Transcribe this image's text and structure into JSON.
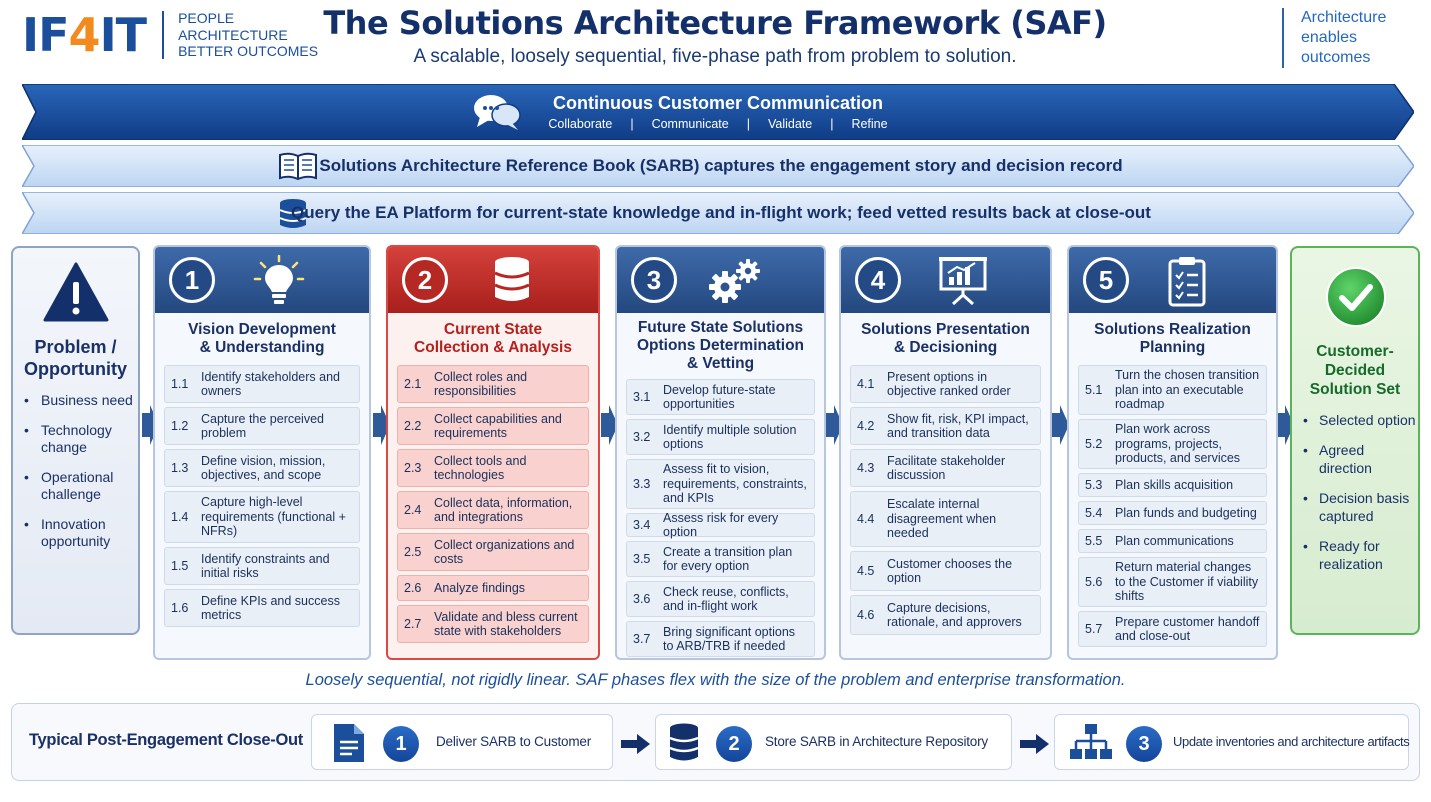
{
  "logo": {
    "text_a": "IF",
    "text_b": "4",
    "text_c": "IT",
    "tagline": [
      "PEOPLE",
      "ARCHITECTURE",
      "BETTER OUTCOMES"
    ]
  },
  "header": {
    "title": "The Solutions Architecture Framework (SAF)",
    "subtitle": "A scalable, loosely sequential, five-phase path from problem to solution.",
    "right_tag": [
      "Architecture",
      "enables",
      "outcomes"
    ]
  },
  "banners": {
    "communication": {
      "title": "Continuous Customer Communication",
      "items": [
        "Collaborate",
        "Communicate",
        "Validate",
        "Refine"
      ],
      "icon": "chat-bubbles-icon"
    },
    "sarb": {
      "text": "Solutions Architecture Reference Book (SARB) captures the engagement story and decision record",
      "icon": "book-icon"
    },
    "ea": {
      "text": "Query the EA Platform for current-state knowledge and in-flight work; feed vetted results back at close-out",
      "icon": "database-icon"
    }
  },
  "problem": {
    "title": [
      "Problem /",
      "Opportunity"
    ],
    "items": [
      "Business need",
      "Technology change",
      "Operational challenge",
      "Innovation opportunity"
    ],
    "icon": "warning-icon"
  },
  "phases": [
    {
      "num": "1",
      "title": [
        "Vision Development",
        "& Understanding"
      ],
      "icon": "lightbulb-icon",
      "items": [
        {
          "n": "1.1",
          "t": "Identify stakeholders and owners"
        },
        {
          "n": "1.2",
          "t": "Capture the perceived problem"
        },
        {
          "n": "1.3",
          "t": "Define vision, mission, objectives, and scope"
        },
        {
          "n": "1.4",
          "t": "Capture high-level requirements (functional + NFRs)"
        },
        {
          "n": "1.5",
          "t": "Identify constraints and initial risks"
        },
        {
          "n": "1.6",
          "t": "Define KPIs and success metrics"
        }
      ]
    },
    {
      "num": "2",
      "title": [
        "Current State",
        "Collection & Analysis"
      ],
      "icon": "database-icon",
      "items": [
        {
          "n": "2.1",
          "t": "Collect roles and responsibilities"
        },
        {
          "n": "2.2",
          "t": "Collect capabilities and requirements"
        },
        {
          "n": "2.3",
          "t": "Collect tools and technologies"
        },
        {
          "n": "2.4",
          "t": "Collect data, information, and integrations"
        },
        {
          "n": "2.5",
          "t": "Collect organizations and costs"
        },
        {
          "n": "2.6",
          "t": "Analyze findings"
        },
        {
          "n": "2.7",
          "t": "Validate and bless current state with stakeholders"
        }
      ]
    },
    {
      "num": "3",
      "title": [
        "Future State Solutions",
        "Options Determination",
        "& Vetting"
      ],
      "icon": "gears-icon",
      "items": [
        {
          "n": "3.1",
          "t": "Develop future-state opportunities"
        },
        {
          "n": "3.2",
          "t": "Identify multiple solution options"
        },
        {
          "n": "3.3",
          "t": "Assess fit to vision, requirements, constraints, and KPIs"
        },
        {
          "n": "3.4",
          "t": "Assess risk for every option"
        },
        {
          "n": "3.5",
          "t": "Create a transition plan for every option"
        },
        {
          "n": "3.6",
          "t": "Check reuse, conflicts, and in-flight work"
        },
        {
          "n": "3.7",
          "t": "Bring significant options to ARB/TRB if needed"
        }
      ]
    },
    {
      "num": "4",
      "title": [
        "Solutions Presentation",
        "& Decisioning"
      ],
      "icon": "presentation-board-icon",
      "items": [
        {
          "n": "4.1",
          "t": "Present options in objective ranked order"
        },
        {
          "n": "4.2",
          "t": "Show fit, risk, KPI impact, and transition data"
        },
        {
          "n": "4.3",
          "t": "Facilitate stakeholder discussion"
        },
        {
          "n": "4.4",
          "t": "Escalate internal disagreement when needed"
        },
        {
          "n": "4.5",
          "t": "Customer chooses the option"
        },
        {
          "n": "4.6",
          "t": "Capture decisions, rationale, and approvers"
        }
      ]
    },
    {
      "num": "5",
      "title": [
        "Solutions Realization",
        "Planning"
      ],
      "icon": "clipboard-icon",
      "items": [
        {
          "n": "5.1",
          "t": "Turn the chosen transition plan into an executable roadmap"
        },
        {
          "n": "5.2",
          "t": "Plan work across programs, projects, products, and services"
        },
        {
          "n": "5.3",
          "t": "Plan skills acquisition"
        },
        {
          "n": "5.4",
          "t": "Plan funds and budgeting"
        },
        {
          "n": "5.5",
          "t": "Plan communications"
        },
        {
          "n": "5.6",
          "t": "Return material changes to the Customer if viability shifts"
        },
        {
          "n": "5.7",
          "t": "Prepare customer handoff and close-out"
        }
      ]
    }
  ],
  "decided": {
    "title": [
      "Customer-Decided",
      "Solution Set"
    ],
    "items": [
      "Selected option",
      "Agreed direction",
      "Decision basis captured",
      "Ready for realization"
    ],
    "icon": "checkmark-icon"
  },
  "note": "Loosely sequential, not rigidly linear. SAF phases flex with the size of the problem and enterprise transformation.",
  "closeout": {
    "label": "Typical Post-Engagement Close-Out",
    "steps": [
      {
        "num": "1",
        "text": "Deliver SARB to Customer",
        "icon": "document-icon"
      },
      {
        "num": "2",
        "text": "Store SARB in Architecture Repository",
        "icon": "database-icon"
      },
      {
        "num": "3",
        "text": "Update inventories and architecture artifacts",
        "icon": "hierarchy-icon"
      }
    ]
  },
  "colors": {
    "navy": "#14306a",
    "accent_blue": "#1b4f9c",
    "phase_red": "#c8302b",
    "decided_green": "#2f9a3a",
    "logo_orange": "#f28a1e"
  }
}
